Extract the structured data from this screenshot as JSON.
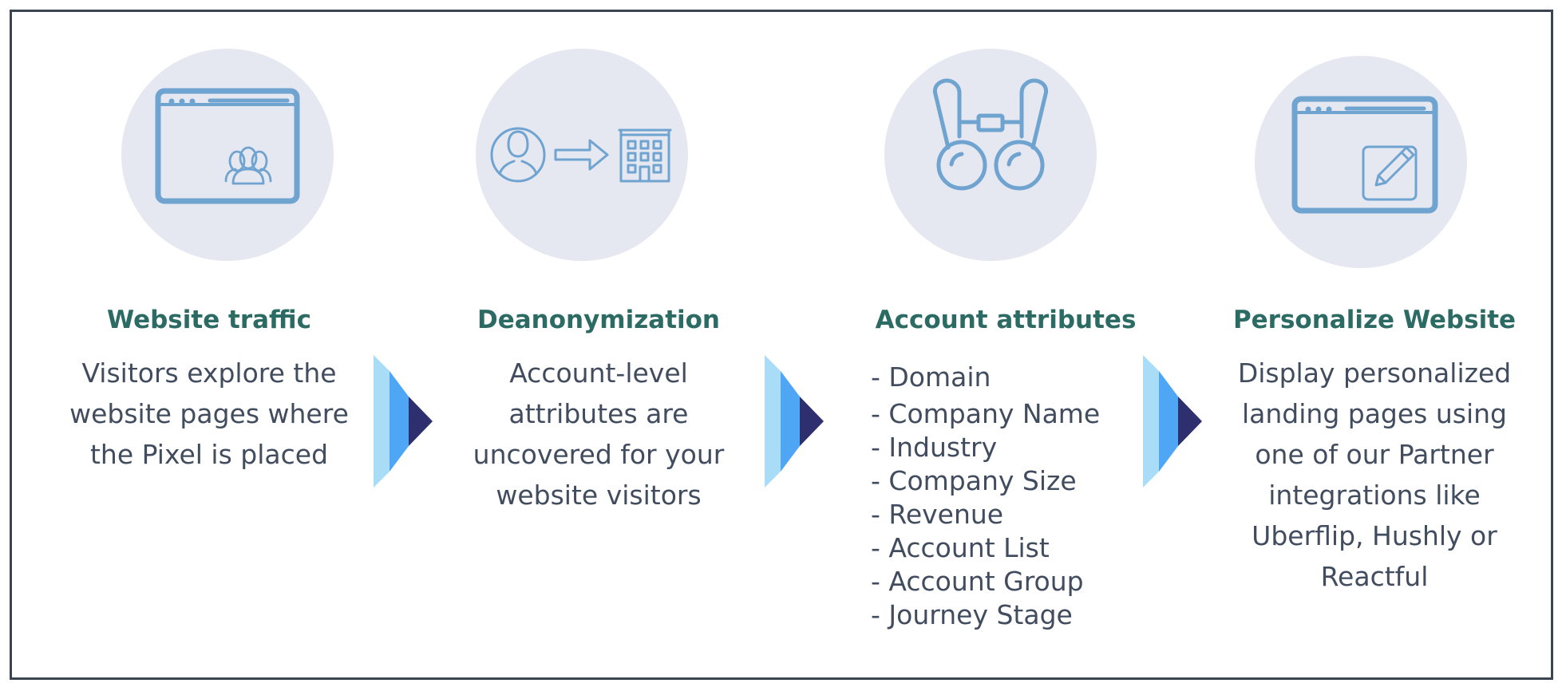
{
  "colors": {
    "frame_border": "#3b4452",
    "circle_fill": "#e6e8f1",
    "icon_stroke": "#6fa3d0",
    "title_color": "#2c6b63",
    "text_color": "#414d5f",
    "arrow_light": "#a9dcf7",
    "arrow_mid": "#4ea6f5",
    "arrow_dark": "#2d2f6e"
  },
  "steps": [
    {
      "title": "Website traffic",
      "description": "Visitors explore the website pages where the Pixel is placed",
      "icon": "browser-users-icon"
    },
    {
      "title": "Deanonymization",
      "description": "Account-level attributes are uncovered for your website visitors",
      "icon": "person-to-building-icon"
    },
    {
      "title": "Account attributes",
      "attributes": [
        "- Domain",
        "- Company Name",
        "- Industry",
        "- Company Size",
        "- Revenue",
        "- Account List",
        "- Account Group",
        "- Journey Stage"
      ],
      "icon": "binoculars-icon"
    },
    {
      "title": "Personalize Website",
      "description": "Display personalized landing pages using one of our Partner integrations like Uberflip, Hushly or Reactful",
      "icon": "browser-edit-icon"
    }
  ]
}
